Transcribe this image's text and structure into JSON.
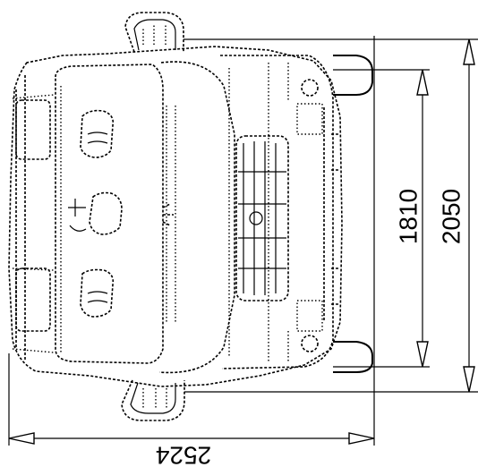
{
  "dimensions": {
    "total_width": "2524",
    "total_height": "2050",
    "inner_height": "1810"
  }
}
